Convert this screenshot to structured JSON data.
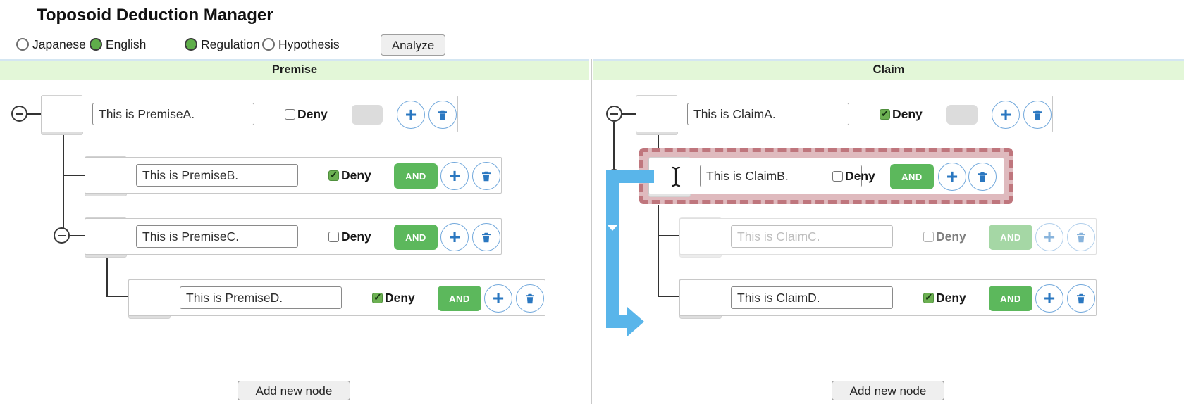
{
  "app": {
    "title": "Toposoid Deduction Manager"
  },
  "controls": {
    "language": {
      "options": [
        {
          "label": "Japanese",
          "selected": false
        },
        {
          "label": "English",
          "selected": true
        }
      ]
    },
    "mode": {
      "options": [
        {
          "label": "Regulation",
          "selected": true
        },
        {
          "label": "Hypothesis",
          "selected": false
        }
      ]
    },
    "analyze_label": "Analyze"
  },
  "labels": {
    "deny": "Deny",
    "and": "AND",
    "add_node": "Add new node"
  },
  "panels": {
    "premise": {
      "header": "Premise",
      "nodes": {
        "a": {
          "text": "This is PremiseA.",
          "deny": false,
          "and_visible": false,
          "collapsible": true
        },
        "b": {
          "text": "This is PremiseB.",
          "deny": true,
          "and_visible": true
        },
        "c": {
          "text": "This is PremiseC.",
          "deny": false,
          "and_visible": true,
          "collapsible": true
        },
        "d": {
          "text": "This is PremiseD.",
          "deny": true,
          "and_visible": true
        }
      }
    },
    "claim": {
      "header": "Claim",
      "nodes": {
        "a": {
          "text": "This is ClaimA.",
          "deny": true,
          "and_visible": false,
          "collapsible": true
        },
        "b": {
          "text": "This is ClaimB.",
          "deny": false,
          "and_visible": true,
          "state": "dragging"
        },
        "c": {
          "text": "This is ClaimC.",
          "deny": false,
          "and_visible": true,
          "state": "faded"
        },
        "d": {
          "text": "This is ClaimD.",
          "deny": true,
          "and_visible": true
        }
      }
    }
  },
  "colors": {
    "header_green": "#e3f7d8",
    "and_green": "#5cb85c",
    "checkbox_green": "#6cb052",
    "icon_blue": "#2a77c0",
    "arrow_blue": "#59b5ea",
    "drag_highlight": "#bf767d"
  }
}
